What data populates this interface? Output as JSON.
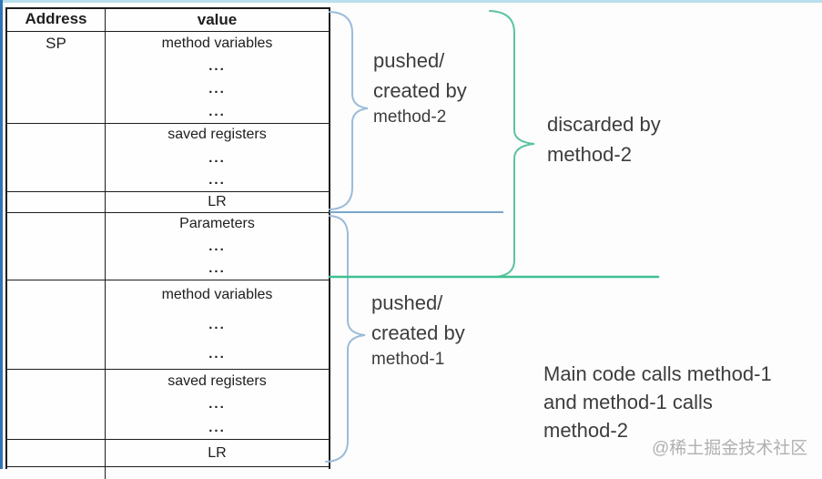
{
  "page": {
    "top_border_color": "#b9dfec",
    "left_border_color": "#2f74b5"
  },
  "table": {
    "headers": {
      "address": "Address",
      "value": "value"
    },
    "rows": [
      {
        "address": "SP",
        "lines": [
          "method variables",
          "...",
          "...",
          "..."
        ],
        "height": 100
      },
      {
        "address": "",
        "lines": [
          "saved registers",
          "...",
          "..."
        ],
        "height": 75
      },
      {
        "address": "",
        "lines": [
          "LR"
        ],
        "height": 23
      },
      {
        "address": "",
        "lines": [
          "Parameters",
          "...",
          "..."
        ],
        "height": 74
      },
      {
        "address": "",
        "lines": [
          "method variables",
          "...",
          "..."
        ],
        "height": 98
      },
      {
        "address": "",
        "lines": [
          "saved registers",
          "...",
          "..."
        ],
        "height": 77
      },
      {
        "address": "",
        "lines": [
          "LR"
        ],
        "height": 30
      },
      {
        "address": "",
        "lines": [],
        "height": 14
      }
    ]
  },
  "annotations": {
    "pushed_by_method2": {
      "line1": "pushed/",
      "line2": "created by",
      "line3": "method-2"
    },
    "discarded_by_method2": {
      "line1": "discarded by",
      "line2": "method-2"
    },
    "pushed_by_method1": {
      "line1": "pushed/",
      "line2": "created by",
      "line3": "method-1"
    },
    "main_note": {
      "line1": "Main code calls method-1",
      "line2": "and method-1 calls",
      "line3": "method-2"
    },
    "watermark": "@稀土掘金技术社区"
  },
  "colors": {
    "brace_blue": "#9cbcd9",
    "line_blue": "#79a7cd",
    "brace_green": "#5cc49e",
    "line_green": "#3fbf92",
    "annotation_text": "#3d3d3d",
    "watermark": "#b0b0b0"
  }
}
